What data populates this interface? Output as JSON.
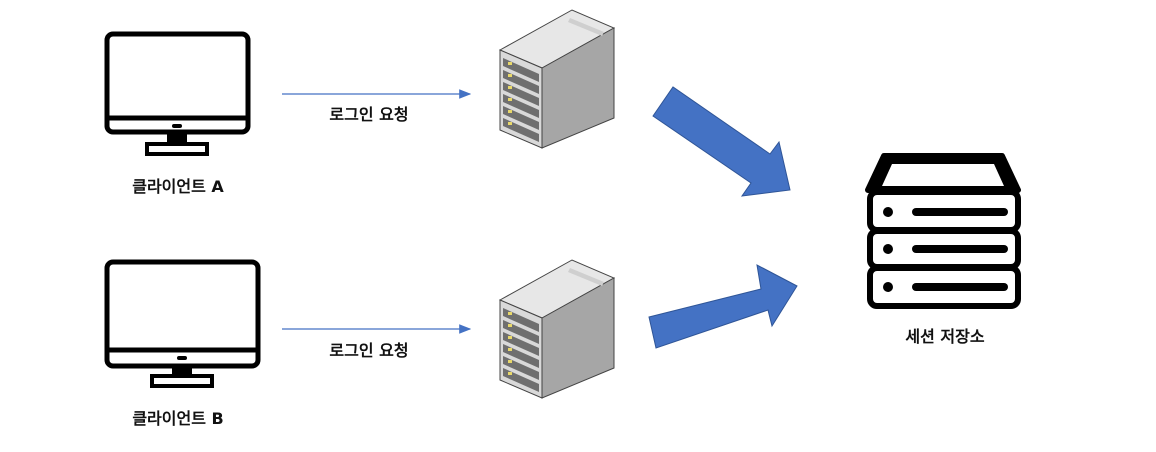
{
  "nodes": {
    "client_a": {
      "label": "클라이언트 A",
      "icon": "monitor-icon"
    },
    "client_b": {
      "label": "클라이언트 B",
      "icon": "monitor-icon"
    },
    "server_1": {
      "icon": "server-tower-icon"
    },
    "server_2": {
      "icon": "server-tower-icon"
    },
    "session_store": {
      "label": "세션 저장소",
      "icon": "storage-stack-icon"
    }
  },
  "edges": {
    "login_request_a": {
      "label": "로그인 요청"
    },
    "login_request_b": {
      "label": "로그인 요청"
    }
  },
  "colors": {
    "arrow_blue": "#4472c4",
    "icon_stroke": "#000000",
    "server_face": "#d9d9d9",
    "server_side": "#8c8c8c"
  }
}
